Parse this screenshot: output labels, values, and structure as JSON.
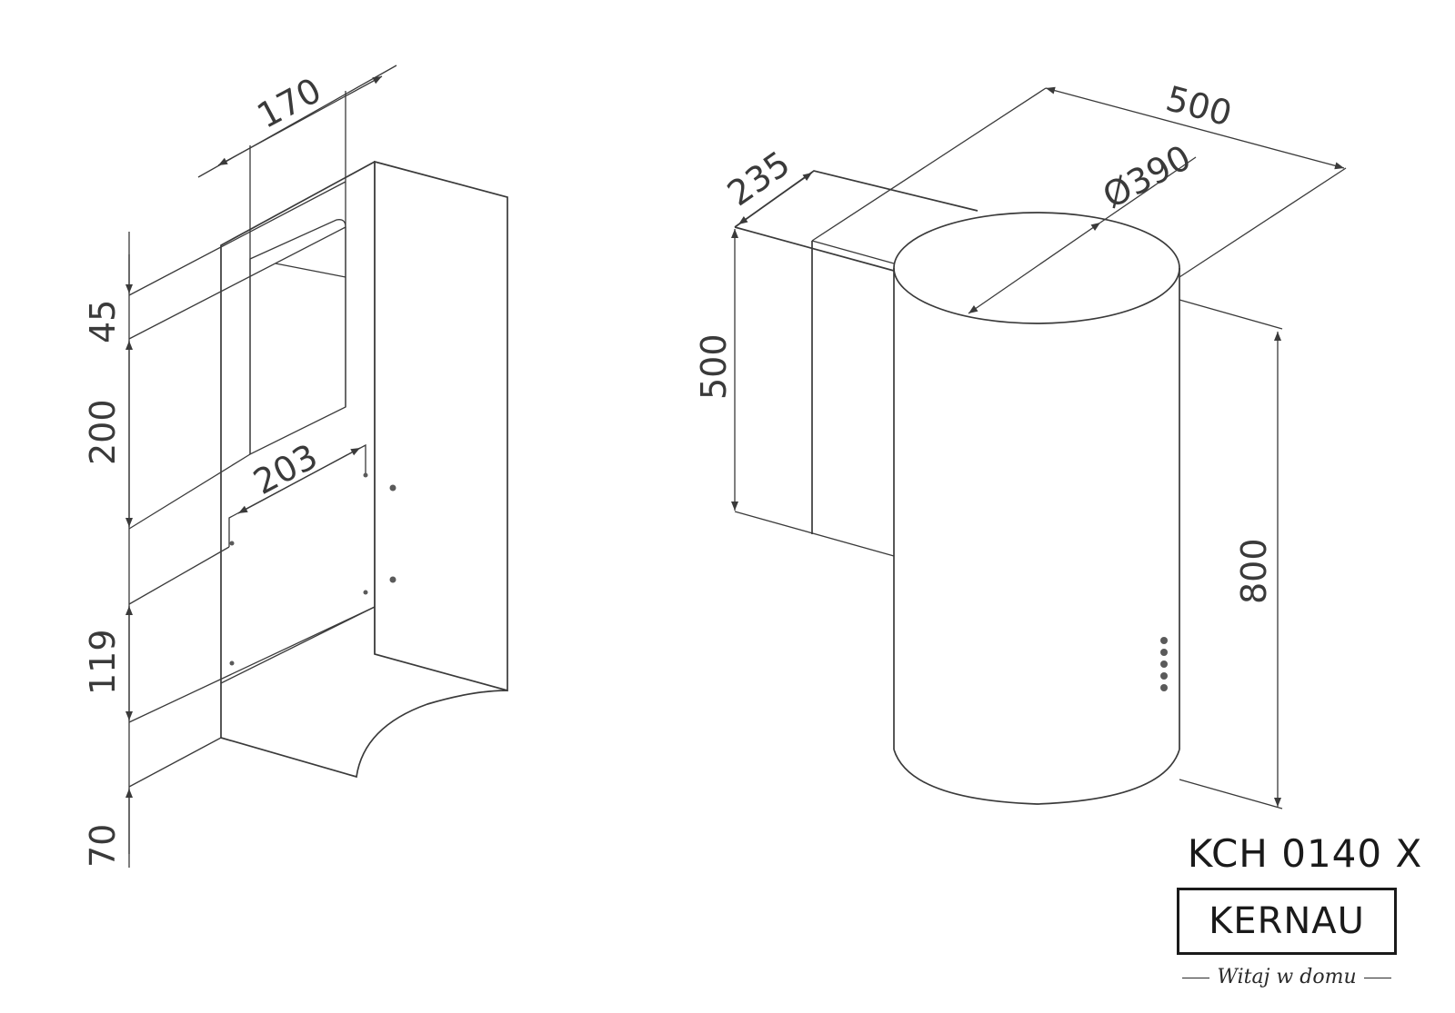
{
  "left_view": {
    "dim_width_top": "170",
    "dim_mount_width": "203",
    "dim_top_45": "45",
    "dim_opening_200": "200",
    "dim_119": "119",
    "dim_70": "70"
  },
  "right_view": {
    "dim_depth_500": "500",
    "dim_235": "235",
    "dim_diameter": "Ø390",
    "dim_height_500": "500",
    "dim_height_800": "800"
  },
  "brand": {
    "model": "KCH 0140 X",
    "logo": "KERNAU",
    "slogan": "Witaj w domu"
  }
}
